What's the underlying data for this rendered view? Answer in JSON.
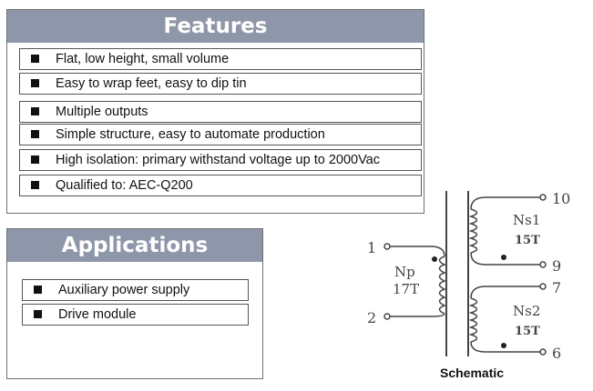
{
  "features": {
    "title": "Features",
    "items": [
      "Flat, low height, small volume",
      "Easy to wrap feet, easy to dip tin",
      "Multiple outputs",
      "Simple structure, easy to automate production",
      "High isolation: primary withstand voltage up to 2000Vac",
      "Qualified to: AEC-Q200"
    ]
  },
  "applications": {
    "title": "Applications",
    "items": [
      "Auxiliary power supply",
      "Drive module"
    ]
  },
  "schematic": {
    "caption": "Schematic",
    "pins": {
      "p1": "1",
      "p2": "2",
      "p10": "10",
      "p9": "9",
      "p7": "7",
      "p6": "6"
    },
    "windings": {
      "np_name": "Np",
      "np_turns": "17T",
      "ns1_name": "Ns1",
      "ns1_turns": "15T",
      "ns2_name": "Ns2",
      "ns2_turns": "15T"
    }
  }
}
